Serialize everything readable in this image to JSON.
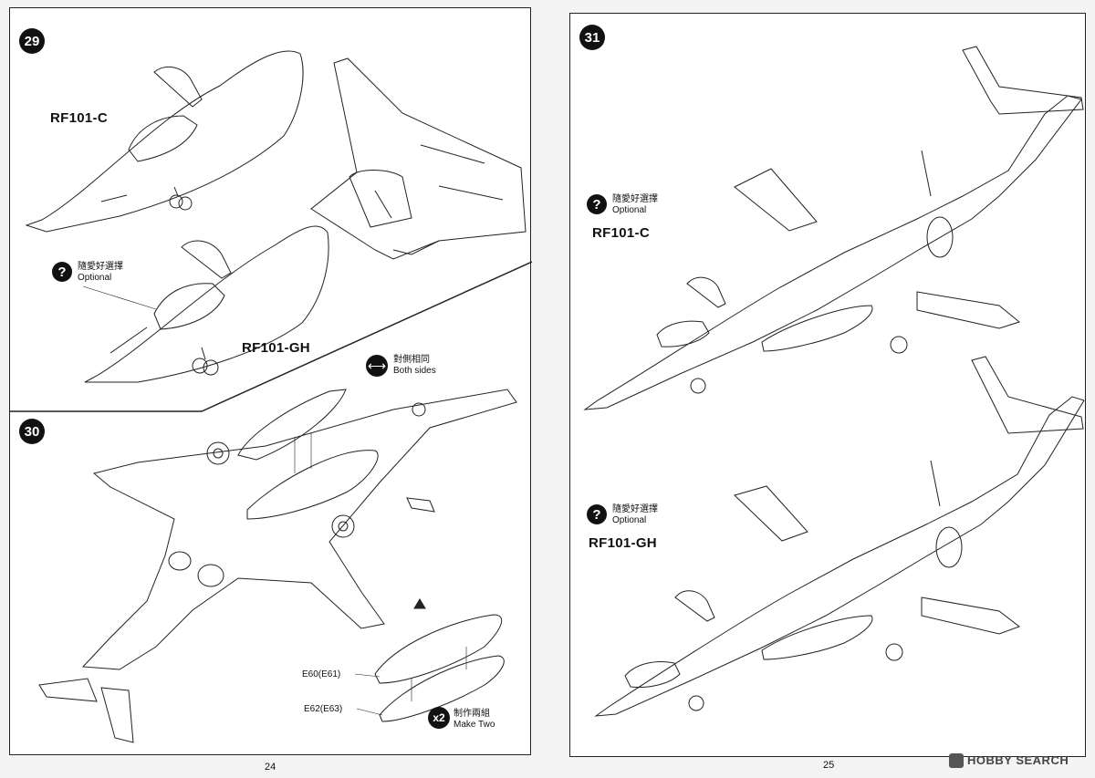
{
  "pages": {
    "left": {
      "number": "24",
      "step29": {
        "number": "29",
        "variant_c": "RF101-C",
        "variant_gh": "RF101-GH",
        "optional_icon": "?",
        "optional_cn": "隨愛好選擇",
        "optional_en": "Optional"
      },
      "step30": {
        "number": "30",
        "both_sides_icon": "⟷",
        "both_sides_cn": "對側相同",
        "both_sides_en": "Both sides",
        "part_a": "E60(E61)",
        "part_b": "E62(E63)",
        "multiplier": "x2",
        "make_two_cn": "制作兩組",
        "make_two_en": "Make Two"
      }
    },
    "right": {
      "number": "25",
      "step31": {
        "number": "31",
        "optional_icon": "?",
        "optional_cn": "隨愛好選擇",
        "optional_en": "Optional",
        "variant_c": "RF101-C",
        "variant_gh": "RF101-GH"
      }
    }
  },
  "watermark": "HOBBY SEARCH",
  "icons": [
    "question-circle-icon",
    "double-arrow-icon",
    "hobby-search-logo-icon"
  ]
}
